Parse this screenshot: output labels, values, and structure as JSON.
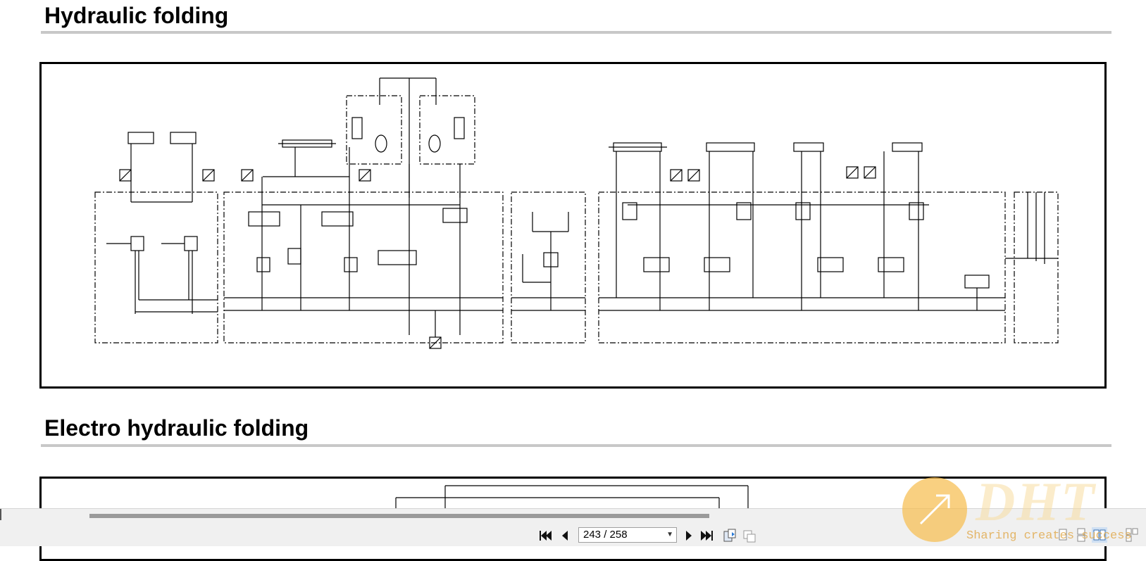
{
  "document": {
    "sections": [
      {
        "title": "Hydraulic folding"
      },
      {
        "title": "Electro hydraulic folding"
      }
    ]
  },
  "viewer": {
    "page_indicator": "243 / 258",
    "buttons": {
      "first": "first-page-icon",
      "prev": "previous-page-icon",
      "next": "next-page-icon",
      "last": "last-page-icon",
      "save_as": "save-as-icon",
      "copy": "copy-icon",
      "single_page": "single-page-view-icon",
      "continuous": "continuous-view-icon",
      "facing": "facing-pages-view-icon",
      "facing_continuous": "facing-continuous-view-icon"
    },
    "colors": {
      "toolbar_bg": "#f0f0f0",
      "scroll_thumb": "#9a9a9a",
      "rule": "#c8c8c8"
    }
  },
  "watermark": {
    "logo": "DHT",
    "slogan": "Sharing creates success",
    "color": "#f7be50"
  }
}
